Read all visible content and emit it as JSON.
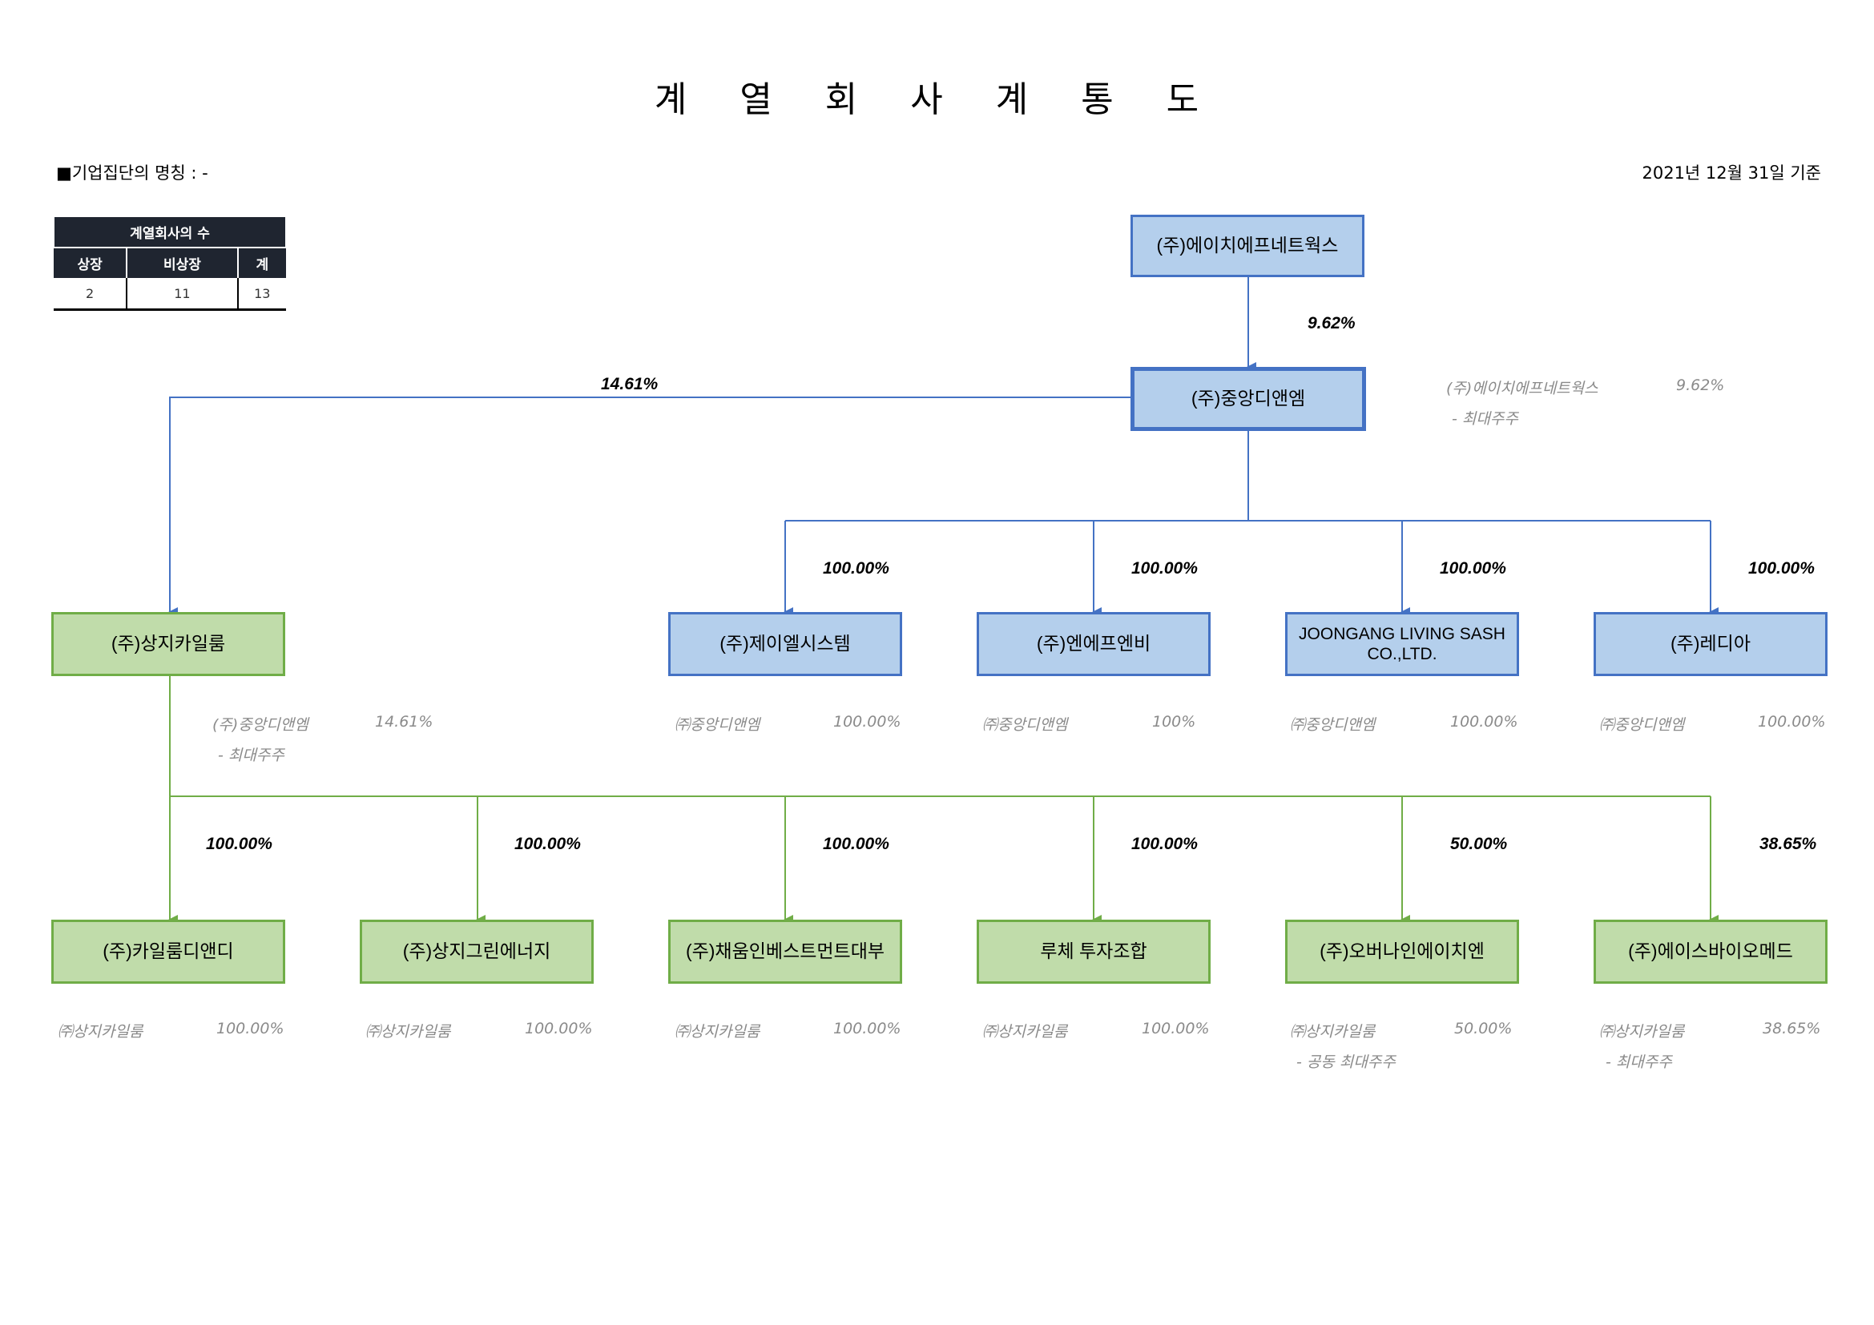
{
  "title": "계 열 회 사 계 통 도",
  "group_name": "■기업집단의 명칭 : -",
  "basis_date": "2021년 12월 31일 기준",
  "count_table": {
    "caption": "계열회사의 수",
    "headers": [
      "상장",
      "비상장",
      "계"
    ],
    "values": [
      "2",
      "11",
      "13"
    ]
  },
  "colors": {
    "blue_fill": "#b4cfec",
    "blue_line": "#4472c4",
    "green_fill": "#c0dcaa",
    "green_line": "#70ad47"
  },
  "companies": {
    "hf": "(주)에이치에프네트웍스",
    "jdm": "(주)중앙디앤엠",
    "sg": "(주)상지카일룸",
    "jl": "(주)제이엘시스템",
    "nf": "(주)엔에프엔비",
    "jls": "JOONGANG LIVING SASH CO.,LTD.",
    "rd": "(주)레디아",
    "kd": "(주)카일룸디앤디",
    "sgr": "(주)상지그린에너지",
    "cw": "(주)채움인베스트먼트대부",
    "lc": "루체 투자조합",
    "ov": "(주)오버나인에이치엔",
    "as": "(주)에이스바이오메드"
  },
  "percents": {
    "hf_jdm": "9.62%",
    "jdm_sg": "14.61%",
    "jdm_jl": "100.00%",
    "jdm_nf": "100.00%",
    "jdm_jls": "100.00%",
    "jdm_rd": "100.00%",
    "sg_kd": "100.00%",
    "sg_sgr": "100.00%",
    "sg_cw": "100.00%",
    "sg_lc": "100.00%",
    "sg_ov": "50.00%",
    "sg_as": "38.65%"
  },
  "notes": {
    "jdm": {
      "holder": "(주)에이치에프네트웍스",
      "pct": "9.62%",
      "role": "- 최대주주"
    },
    "sg": {
      "holder": "(주)중앙디앤엠",
      "pct": "14.61%",
      "role": "- 최대주주"
    },
    "jl": {
      "holder": "㈜중앙디앤엠",
      "pct": "100.00%"
    },
    "nf": {
      "holder": "㈜중앙디앤엠",
      "pct": "100%"
    },
    "jls": {
      "holder": "㈜중앙디앤엠",
      "pct": "100.00%"
    },
    "rd": {
      "holder": "㈜중앙디앤엠",
      "pct": "100.00%"
    },
    "kd": {
      "holder": "㈜상지카일룸",
      "pct": "100.00%"
    },
    "sgr": {
      "holder": "㈜상지카일룸",
      "pct": "100.00%"
    },
    "cw": {
      "holder": "㈜상지카일룸",
      "pct": "100.00%"
    },
    "lc": {
      "holder": "㈜상지카일룸",
      "pct": "100.00%"
    },
    "ov": {
      "holder": "㈜상지카일룸",
      "pct": "50.00%",
      "role": "- 공동 최대주주"
    },
    "as": {
      "holder": "㈜상지카일룸",
      "pct": "38.65%",
      "role": "- 최대주주"
    }
  }
}
